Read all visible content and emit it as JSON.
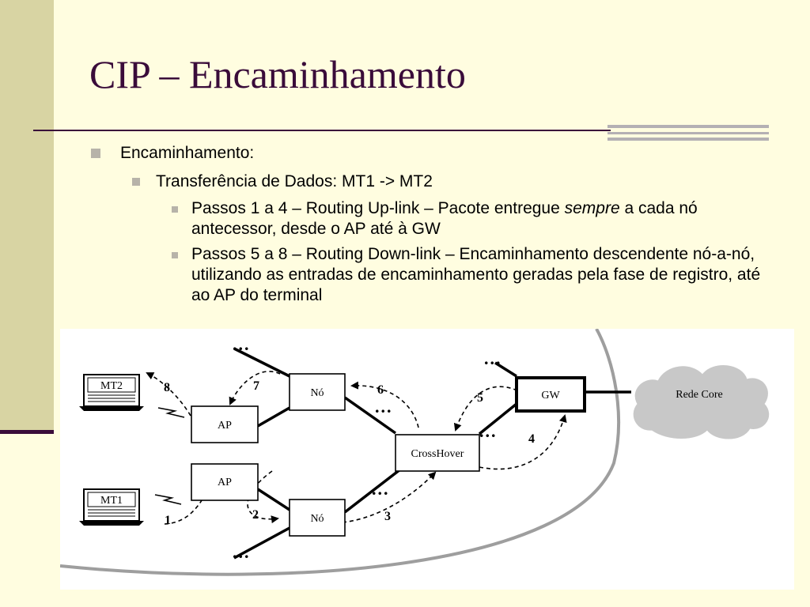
{
  "slide": {
    "title": "CIP – Encaminhamento",
    "bullets": {
      "level1": "Encaminhamento:",
      "level2": "Transferência de Dados: MT1 -> MT2",
      "level3": [
        {
          "before": "Passos 1 a 4 – Routing Up-link – Pacote entregue ",
          "emphasis": "sempre",
          "after": " a cada nó antecessor, desde o AP até à GW"
        },
        {
          "before": "Passos 5 a 8 – Routing Down-link – Encaminhamento descendente nó-a-nó, utilizando as entradas de encaminhamento geradas pela fase de registro, até ao AP do terminal",
          "emphasis": "",
          "after": ""
        }
      ]
    }
  },
  "diagram": {
    "nodes": {
      "mt2": "MT2",
      "mt1": "MT1",
      "ap_top": "AP",
      "ap_bottom": "AP",
      "no_top": "Nó",
      "no_bottom": "Nó",
      "crosshover": "CrossHover",
      "gw": "GW",
      "cloud": "Rede Core"
    },
    "steps": [
      "1",
      "2",
      "3",
      "4",
      "5",
      "6",
      "7",
      "8"
    ],
    "ellipsis": "..."
  },
  "colors": {
    "title": "#3A0C3A",
    "background": "#FFFDE0",
    "left_band": "#D8D4A3",
    "bullet": "#B7B3A9",
    "cloud": "#C8C8C8"
  }
}
